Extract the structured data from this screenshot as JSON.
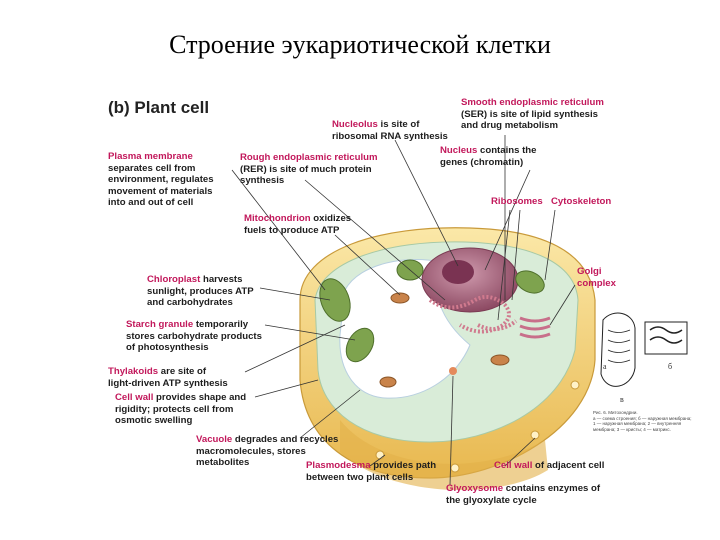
{
  "slide_title": "Строение эукариотической клетки",
  "panel_title": "(b) Plant cell",
  "labels": {
    "smooth_er": {
      "term": "Smooth endoplasmic reticulum",
      "rest": "(SER) is site of lipid synthesis\nand drug metabolism"
    },
    "nucleolus": {
      "term": "Nucleolus",
      "rest": " is site of\nribosomal RNA synthesis"
    },
    "nucleus": {
      "term": "Nucleus",
      "rest": " contains the\ngenes (chromatin)"
    },
    "plasma_membrane": {
      "term": "Plasma membrane",
      "rest": "\nseparates cell from\nenvironment, regulates\nmovement of materials\ninto and out of cell"
    },
    "rough_er": {
      "term": "Rough endoplasmic reticulum",
      "rest": "\n(RER) is site of much protein\nsynthesis"
    },
    "ribosomes": {
      "term": "Ribosomes",
      "rest": ""
    },
    "cytoskeleton": {
      "term": "Cytoskeleton",
      "rest": ""
    },
    "mitochondrion": {
      "term": "Mitochondrion",
      "rest": " oxidizes\nfuels to produce ATP"
    },
    "golgi": {
      "term": "Golgi\ncomplex",
      "rest": ""
    },
    "chloroplast": {
      "term": "Chloroplast",
      "rest": " harvests\nsunlight, produces ATP\nand carbohydrates"
    },
    "starch_granule": {
      "term": "Starch granule",
      "rest": " temporarily\nstores carbohydrate products\nof photosynthesis"
    },
    "thylakoids": {
      "term": "Thylakoids",
      "rest": " are site of\nlight-driven ATP synthesis"
    },
    "cell_wall": {
      "term": "Cell wall",
      "rest": " provides shape and\nrigidity; protects cell from\nosmotic swelling"
    },
    "vacuole": {
      "term": "Vacuole",
      "rest": " degrades and recycles\nmacromolecules, stores\nmetabolites"
    },
    "plasmodesma": {
      "term": "Plasmodesma",
      "rest": " provides path\nbetween two plant cells"
    },
    "cell_wall_adjacent": {
      "term": "Cell wall",
      "rest": " of adjacent cell"
    },
    "glyoxysome": {
      "term": "Glyoxysome",
      "rest": " contains enzymes of\nthe glyoxylate cycle"
    }
  },
  "mini_figure": {
    "letter_a": "а",
    "letter_b": "б",
    "letter_v": "в",
    "caption": "Рис. 6. Митохондрии.\nа — схема строения; б — наружная мембрана;\n1 — наружная мембрана; 2 — внутренняя\nмембрана; 3 — кристы; 4 — матрикс."
  },
  "colors": {
    "term_highlight": "#c2185b",
    "cell_wall": "#f3d27a",
    "vacuole": "#ffffff",
    "cytoplasm": "#d9ecd8",
    "nucleus": "#b7718a",
    "chloroplast": "#7ea34e"
  }
}
